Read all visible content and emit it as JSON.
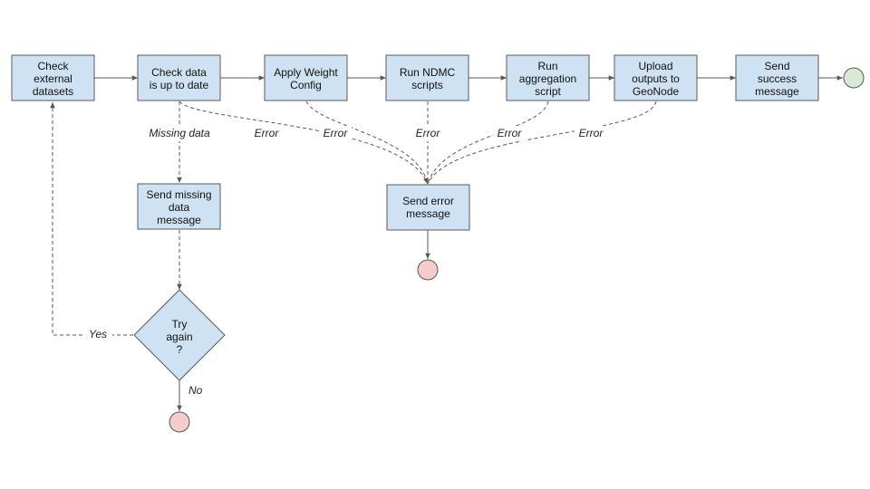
{
  "nodes": {
    "check_external": [
      "Check",
      "external",
      "datasets"
    ],
    "check_data": [
      "Check data",
      "is up to date"
    ],
    "apply_weight": [
      "Apply Weight",
      "Config"
    ],
    "run_ndmc": [
      "Run NDMC",
      "scripts"
    ],
    "run_aggregation": [
      "Run",
      "aggregation",
      "script"
    ],
    "upload_outputs": [
      "Upload",
      "outputs to",
      "GeoNode"
    ],
    "send_success": [
      "Send",
      "success",
      "message"
    ],
    "send_missing": [
      "Send missing",
      "data",
      "message"
    ],
    "send_error": [
      "Send error",
      "message"
    ],
    "try_again": [
      "Try",
      "again",
      "?"
    ]
  },
  "edge_labels": {
    "missing_data": "Missing data",
    "error_1": "Error",
    "error_2": "Error",
    "error_3": "Error",
    "error_4": "Error",
    "error_5": "Error",
    "yes": "Yes",
    "no": "No"
  },
  "colors": {
    "box_fill": "#cfe2f3",
    "end_error": "#f4cccc",
    "end_success": "#d9ead3",
    "stroke": "#595959"
  }
}
